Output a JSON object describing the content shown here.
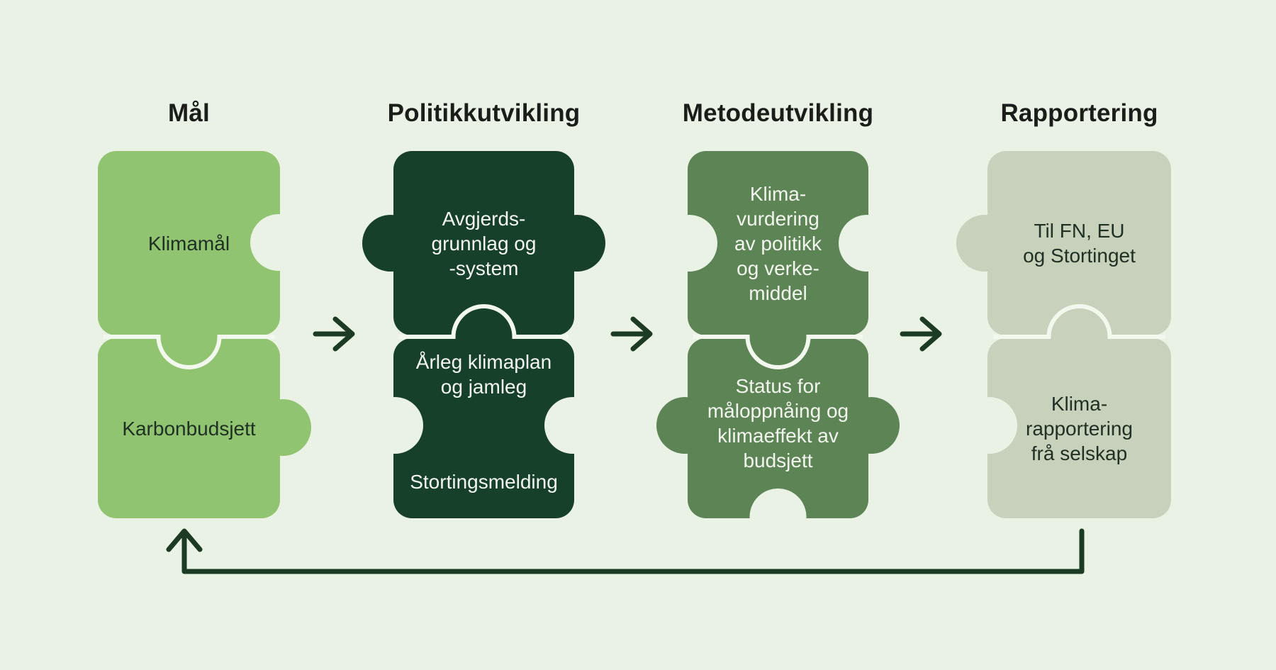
{
  "diagram": {
    "title": "Klimastyringssystem-syklus",
    "background": "#eaf1e5",
    "line_color": "#1b3b24",
    "outline_color": "#f3f8ee",
    "header_text_color": "#1b1d1b",
    "arrows": {
      "between_columns": 3,
      "feedback_loop": "from Rapportering bottom back to Mål"
    },
    "columns": [
      {
        "id": "maal",
        "header": "Mål",
        "color": "#90c470",
        "text_color": "#203024",
        "pieces": [
          {
            "label": "Klimamål"
          },
          {
            "label": "Karbonbudsjett"
          }
        ]
      },
      {
        "id": "politikkutvikling",
        "header": "Politikkutvikling",
        "color": "#17402a",
        "text_color": "#f3f6ef",
        "pieces": [
          {
            "label": "Avgjerds-\ngrunnlag og\n-system"
          },
          {
            "label": "Årleg klimaplan\nog jamleg",
            "label2": "Stortingsmelding"
          }
        ]
      },
      {
        "id": "metodeutvikling",
        "header": "Metodeutvikling",
        "color": "#5d8455",
        "text_color": "#f3f6ef",
        "pieces": [
          {
            "label": "Klima-\nvurdering\nav politikk\nog verke-\nmiddel"
          },
          {
            "label": "Status for\nmåloppnåing og\nklimaeffekt av\nbudsjett"
          }
        ]
      },
      {
        "id": "rapportering",
        "header": "Rapportering",
        "color": "#c8d1bb",
        "text_color": "#203024",
        "pieces": [
          {
            "label": "Til FN, EU\nog Stortinget"
          },
          {
            "label": "Klima-\nrapportering\nfrå selskap"
          }
        ]
      }
    ]
  }
}
